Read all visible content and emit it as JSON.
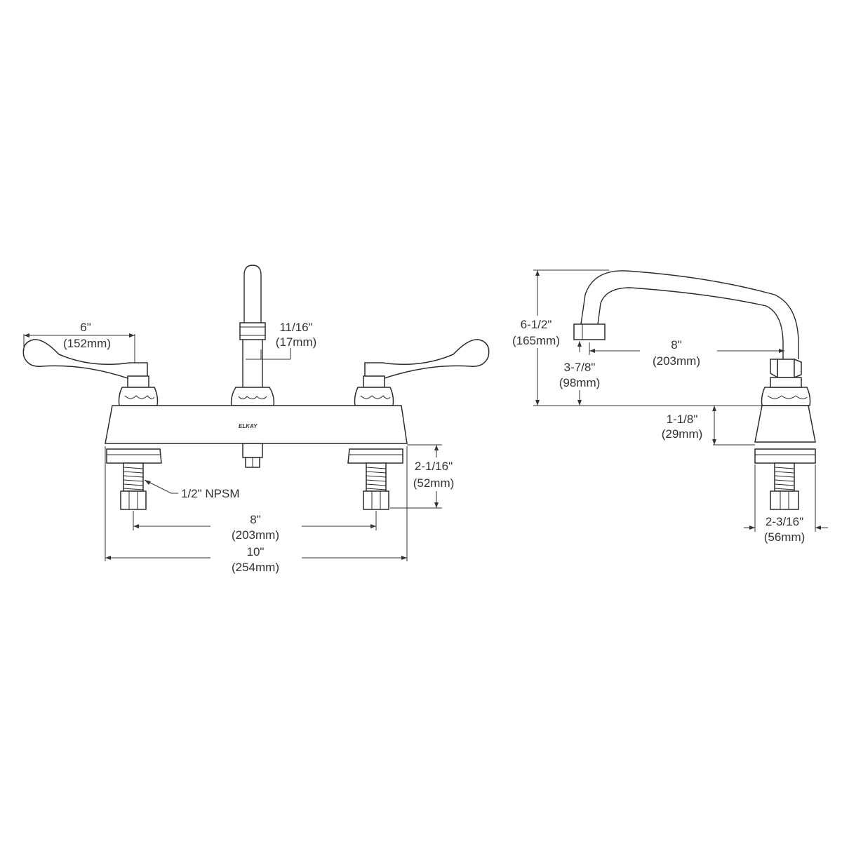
{
  "brand": {
    "logo_text": "ELKAY"
  },
  "front_view": {
    "handle_reach": {
      "in": "6\"",
      "mm": "(152mm)"
    },
    "spout_diameter": {
      "in": "11/16\"",
      "mm": "(17mm)"
    },
    "thread_callout": "1/2\" NPSM",
    "shank_height": {
      "in": "2-1/16\"",
      "mm": "(52mm)"
    },
    "center_spacing": {
      "in": "8\"",
      "mm": "(203mm)"
    },
    "overall_width": {
      "in": "10\"",
      "mm": "(254mm)"
    }
  },
  "side_view": {
    "spout_height": {
      "in": "6-1/2\"",
      "mm": "(165mm)"
    },
    "spout_reach": {
      "in": "8\"",
      "mm": "(203mm)"
    },
    "outlet_height": {
      "in": "3-7/8\"",
      "mm": "(98mm)"
    },
    "deck_height": {
      "in": "1-1/8\"",
      "mm": "(29mm)"
    },
    "base_depth": {
      "in": "2-3/16\"",
      "mm": "(56mm)"
    }
  }
}
